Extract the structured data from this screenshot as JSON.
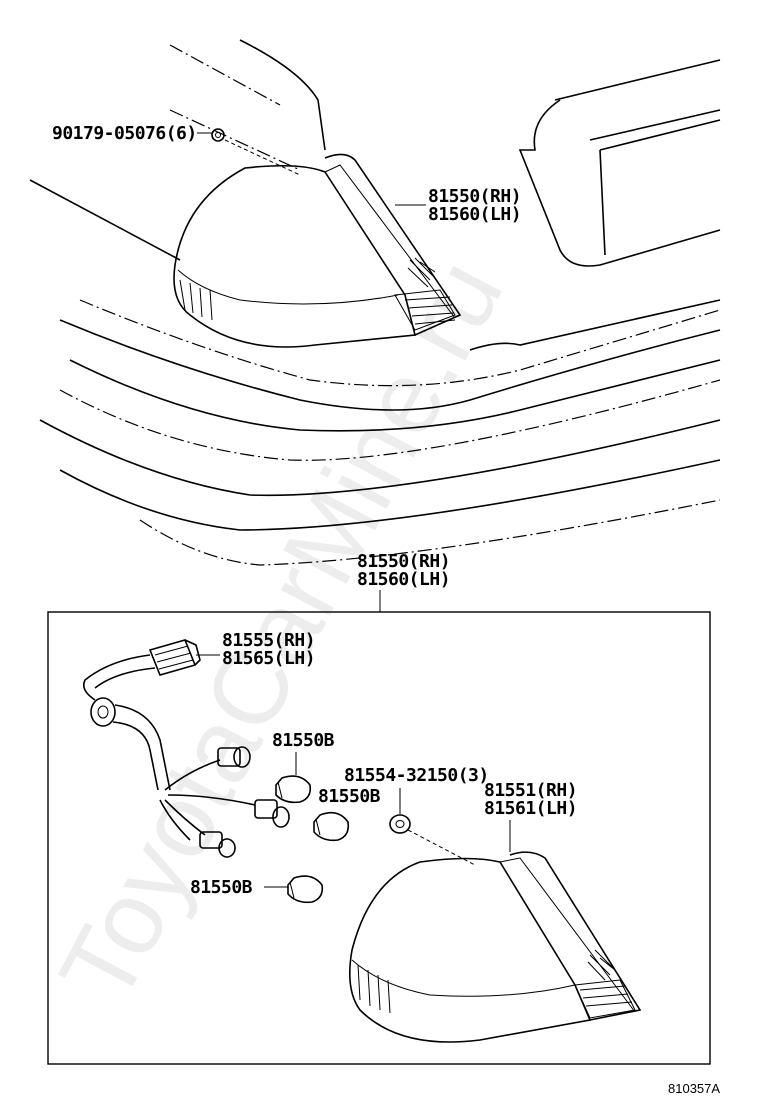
{
  "diagram": {
    "watermark": "ToyotaCarMine.ru",
    "figure_number": "810357A",
    "labels": {
      "nut_part": "90179-05076(6)",
      "lamp_assy_rh_top": "81550(RH)",
      "lamp_assy_lh_top": "81560(LH)",
      "lamp_assy_rh_box": "81550(RH)",
      "lamp_assy_lh_box": "81560(LH)",
      "socket_wire_rh": "81555(RH)",
      "socket_wire_lh": "81565(LH)",
      "bulb_a": "81550B",
      "bulb_b": "81550B",
      "bulb_c": "81550B",
      "gasket_part": "81554-32150(3)",
      "lens_body_rh": "81551(RH)",
      "lens_body_lh": "81561(LH)"
    }
  }
}
